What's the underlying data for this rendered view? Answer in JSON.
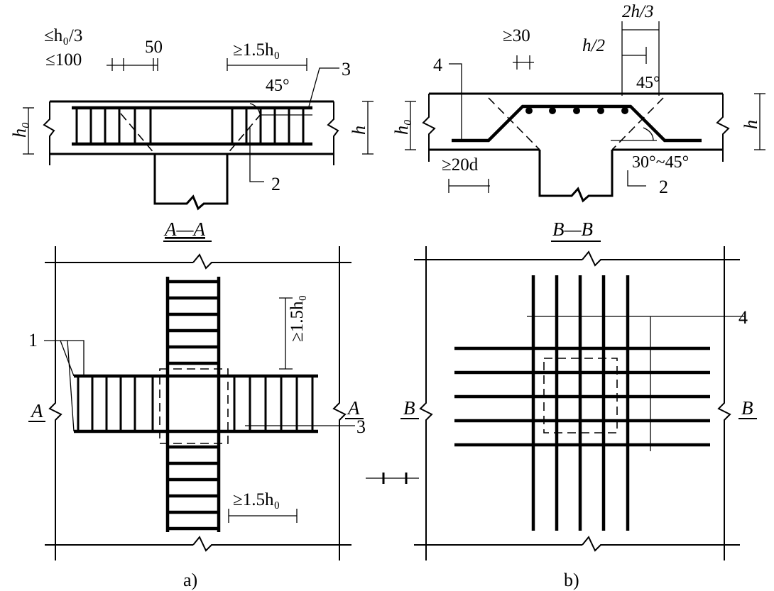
{
  "panel_a": {
    "section_title": "A—A",
    "caption": "a)",
    "dims": {
      "stirrup_spacing_max_a": "≤h₀/3",
      "stirrup_spacing_max_b": "≤100",
      "first_stirrup": "50",
      "extend_top": "≥1.5h₀",
      "extend_vertical": "≥1.5h₀",
      "extend_bottom": "≥1.5h₀",
      "angle": "45°",
      "depth_h0": "h₀",
      "depth_h": "h"
    },
    "callouts": {
      "c1": "1",
      "c2": "2",
      "c3": "3"
    },
    "cut_labels": {
      "left": "A",
      "right": "A"
    }
  },
  "panel_b": {
    "section_title": "B—B",
    "caption": "b)",
    "dims": {
      "bar_spacing": "≥30",
      "dim_2h3": "2h/3",
      "dim_h2": "h/2",
      "angle_top": "45°",
      "angle_range": "30°~45°",
      "anchorage": "≥20d",
      "depth_h0": "h₀",
      "depth_h": "h"
    },
    "callouts": {
      "c2": "2",
      "c4a": "4",
      "c4b": "4"
    },
    "cut_labels": {
      "left": "B",
      "right": "B"
    }
  }
}
